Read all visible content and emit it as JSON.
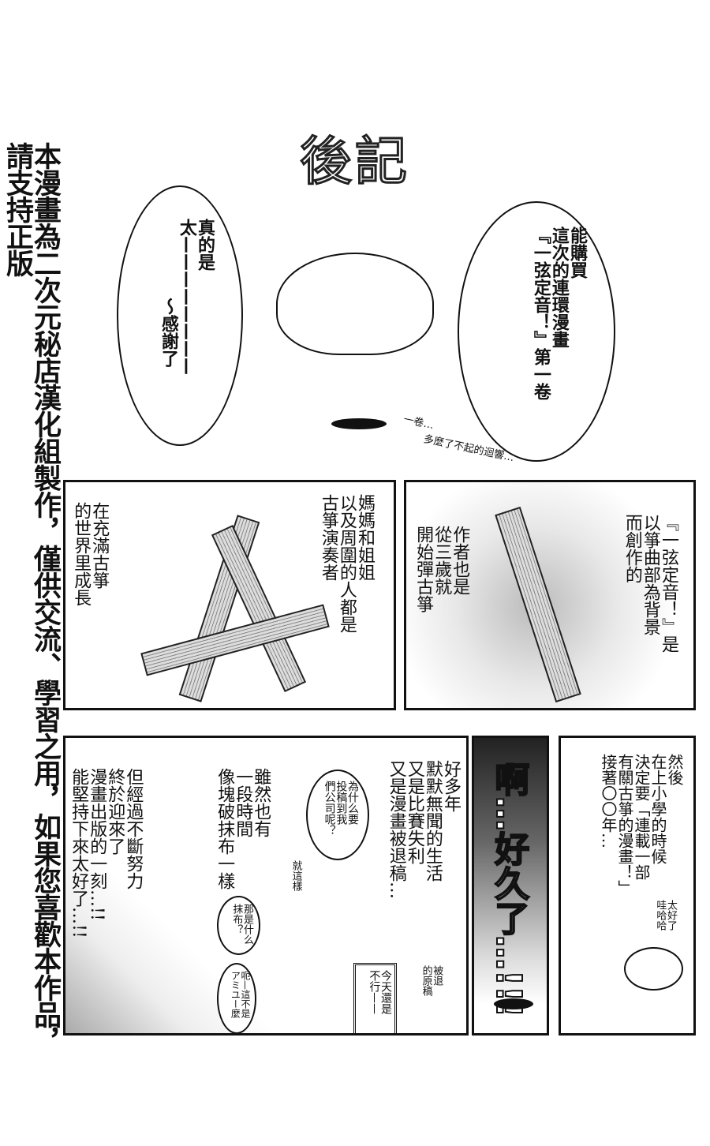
{
  "side_notice": "本漫畫為二次元秘店漢化組製作，僅供交流、學習之用，如果您喜歡本作品，請支持正版",
  "title": "後記",
  "top": {
    "bubble_right": [
      "能購買",
      "這次的連環漫畫",
      "『一弦定音！』第一卷"
    ],
    "bubble_left": [
      "真的是",
      "太————————",
      "～感謝了"
    ],
    "echo": [
      "一卷…",
      "多麼了不起的迴響…"
    ]
  },
  "panel_mom": {
    "text_right": [
      "媽媽和姐姐",
      "以及周圍的人都是",
      "古箏演奏者"
    ],
    "text_left": [
      "在充滿古箏",
      "的世界里成長"
    ]
  },
  "panel_author": {
    "text_right": [
      "『一弦定音！』是",
      "以箏曲部為背景",
      "而創作的"
    ],
    "text_left": [
      "作者也是",
      "從三歲就",
      "開始彈古箏"
    ]
  },
  "panel_school": {
    "text": [
      "然後",
      "在上小學的時候",
      "決定要「連載一部",
      "有關古箏的漫畫！」",
      "接著〇〇年…"
    ],
    "sfx": [
      "太好了",
      "哇哈哈"
    ]
  },
  "panel_long": {
    "text": "啊…好久了…!!!"
  },
  "panel_years": {
    "text1": [
      "好多年",
      "默默無聞的生活",
      "又是比賽失利",
      "又是漫畫被退稿…"
    ],
    "bubble_why": [
      "為什么要",
      "投稿到我",
      "們公司呢？"
    ],
    "just_like_this": "就這樣",
    "sign": [
      "今天還是",
      "不行——"
    ],
    "rejected": [
      "被退",
      "的原稿"
    ],
    "text2": [
      "雖然也有",
      "一段時間",
      "像塊破抹布一樣"
    ],
    "bubble_rag1": [
      "那是什么",
      "抹布？"
    ],
    "bubble_rag2": [
      "呃—這不是",
      "アミユー麼"
    ],
    "text3": [
      "但經過不斷努力",
      "終於迎來了",
      "漫畫出版的一刻…!!",
      "能堅持下來太好了…!!"
    ]
  }
}
